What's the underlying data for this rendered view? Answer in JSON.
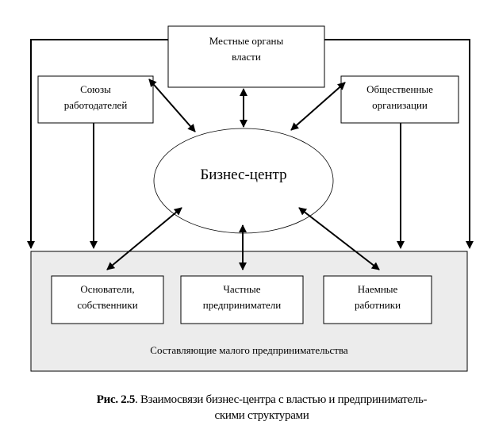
{
  "nodes": {
    "local_authorities": [
      "Местные органы",
      "власти"
    ],
    "employer_unions": [
      "Союзы",
      "работодателей"
    ],
    "public_organizations": [
      "Общественные",
      "организации"
    ],
    "business_center": "Бизнес-центр",
    "founders": [
      "Основатели,",
      "собственники"
    ],
    "entrepreneurs": [
      "Частные",
      "предприниматели"
    ],
    "employees": [
      "Наемные",
      "работники"
    ],
    "small_business_label": "Составляющие малого предпринимательства"
  },
  "caption": {
    "number": "Рис. 2.5",
    "text": ". Взаимосвязи бизнес-центра с властью и предприниматель-",
    "text2": "скими структурами"
  },
  "colors": {
    "panel": "#ececec",
    "line": "#000000"
  }
}
